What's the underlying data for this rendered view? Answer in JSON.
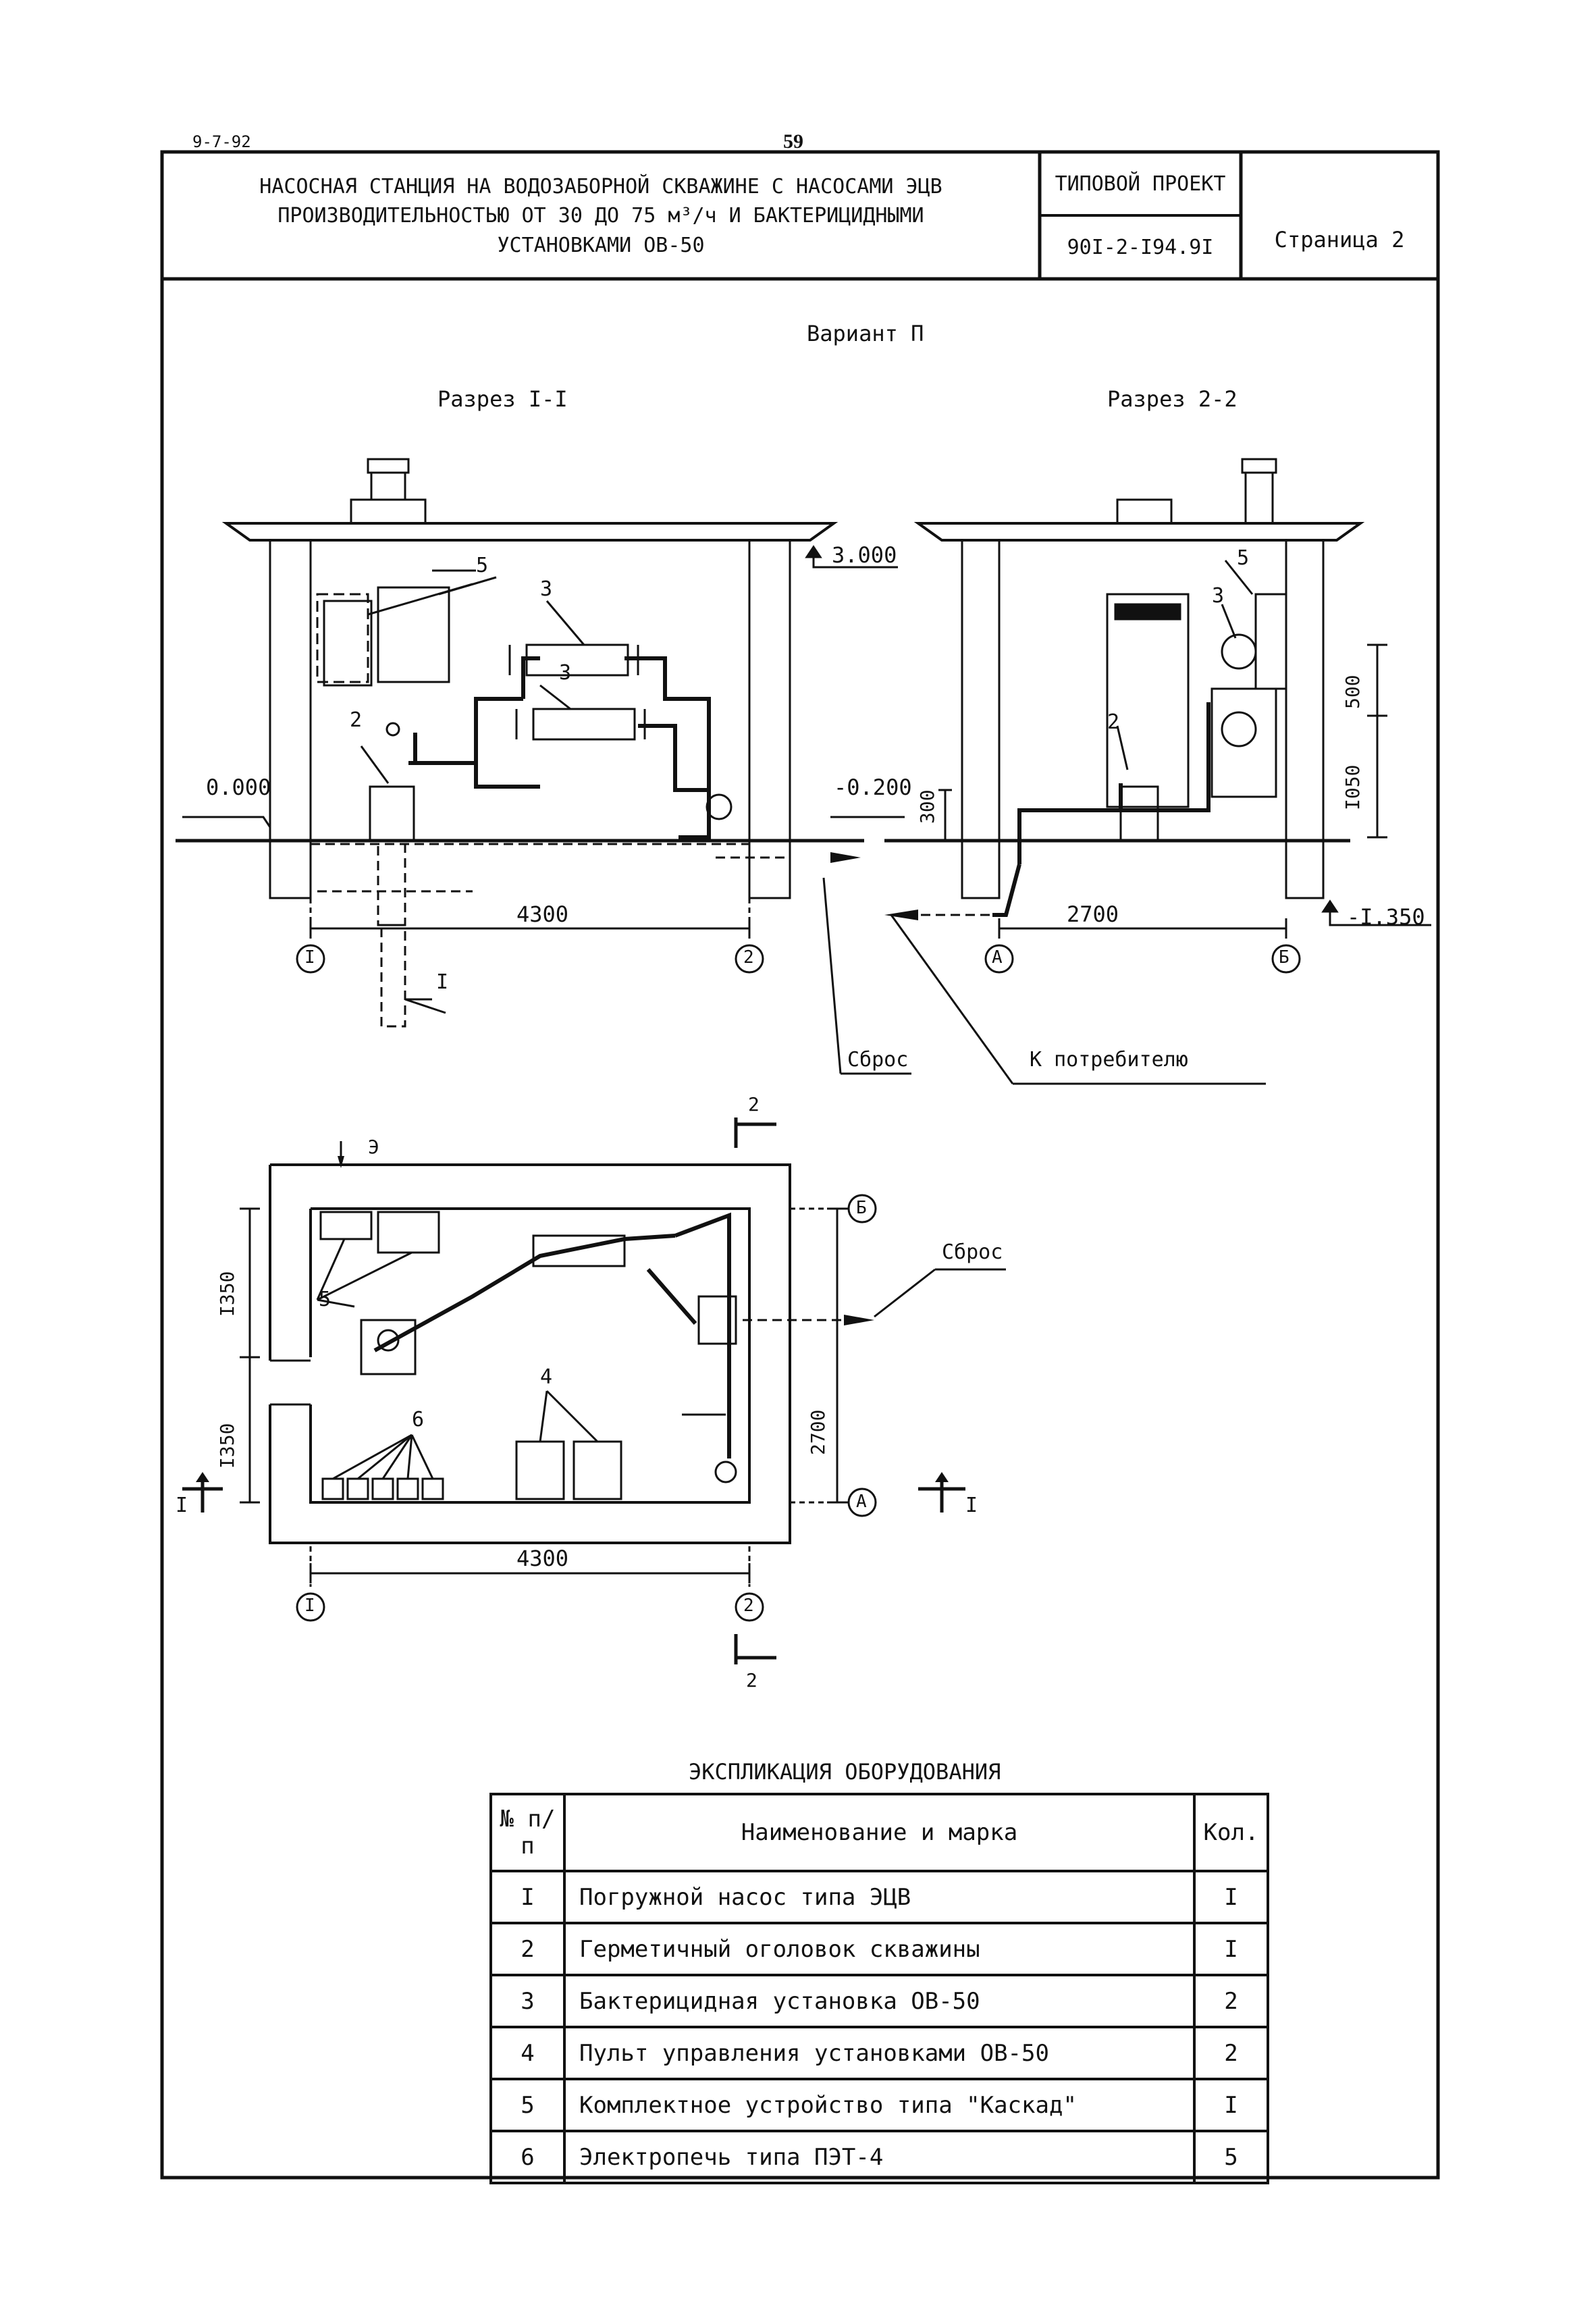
{
  "header": {
    "doc_code": "9-7-92",
    "page_number": "59",
    "title_lines": [
      "НАСОСНАЯ СТАНЦИЯ НА ВОДОЗАБОРНОЙ СКВАЖИНЕ С НАСОСАМИ ЭЦВ",
      "ПРОИЗВОДИТЕЛЬНОСТЬЮ  ОТ 30  ДО 75 м³/ч  И БАКТЕРИЦИДНЫМИ",
      "УСТАНОВКАМИ ОВ-50"
    ],
    "project_label": "ТИПОВОЙ ПРОЕКТ",
    "project_code": "90I-2-I94.9I",
    "sheet_label": "Страница 2"
  },
  "variant_title": "Вариант П",
  "section1": {
    "title": "Разрез I-I",
    "elev_top": "3.000",
    "elev_floor": "0.000",
    "dim_width": "4300",
    "callouts": [
      "5",
      "3",
      "3",
      "2",
      "I"
    ],
    "axes": [
      "I",
      "2"
    ]
  },
  "section2": {
    "title": "Разрез 2-2",
    "elev_mid": "-0.200",
    "elev_low": "-I.350",
    "dim_width": "2700",
    "dim_300": "300",
    "dim_500": "500",
    "dim_1050": "I050",
    "callouts": [
      "5",
      "3",
      "2"
    ],
    "axes": [
      "А",
      "Б"
    ]
  },
  "labels": {
    "discharge": "Сброс",
    "to_consumer": "К потребителю"
  },
  "plan": {
    "section_mark_2": "2",
    "section_mark_1": "I",
    "electric_mark": "Э",
    "dim_1350_top": "I350",
    "dim_1350_bottom": "I350",
    "dim_2700": "2700",
    "dim_4300": "4300",
    "discharge": "Сброс",
    "callouts": [
      "5",
      "4",
      "6"
    ],
    "axes": [
      "I",
      "2",
      "А",
      "Б"
    ]
  },
  "explication": {
    "title": "ЭКСПЛИКАЦИЯ ОБОРУДОВАНИЯ",
    "col_num": "№ п/п",
    "col_name": "Наименование и марка",
    "col_qty": "Кол.",
    "rows": [
      {
        "num": "I",
        "name": "Погружной насос типа ЭЦВ",
        "qty": "I"
      },
      {
        "num": "2",
        "name": "Герметичный оголовок скважины",
        "qty": "I"
      },
      {
        "num": "3",
        "name": "Бактерицидная установка ОВ-50",
        "qty": "2"
      },
      {
        "num": "4",
        "name": "Пульт управления установками ОВ-50",
        "qty": "2"
      },
      {
        "num": "5",
        "name": "Комплектное устройство типа \"Каскад\"",
        "qty": "I"
      },
      {
        "num": "6",
        "name": "Электропечь типа ПЭТ-4",
        "qty": "5"
      }
    ]
  }
}
